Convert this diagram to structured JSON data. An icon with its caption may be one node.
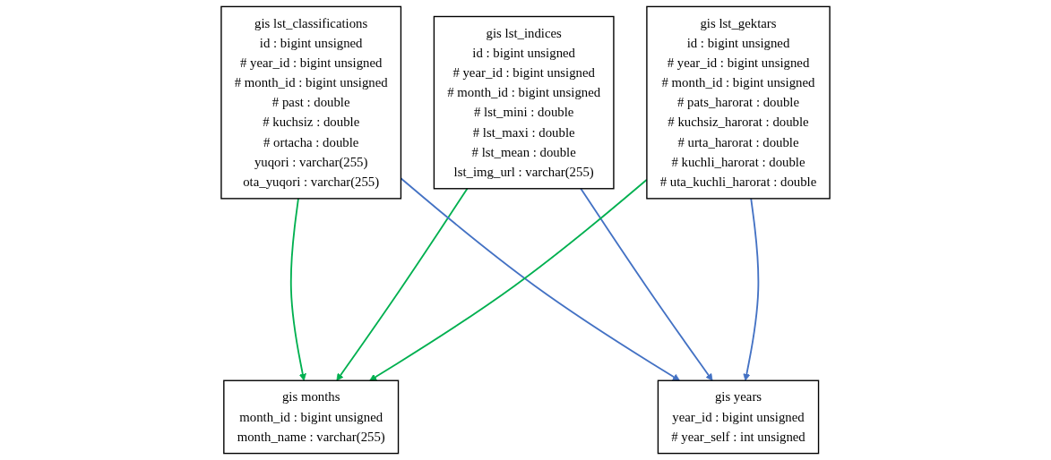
{
  "diagram": {
    "nodes": [
      {
        "text": [
          "gis lst_classifications",
          "id : bigint unsigned",
          "# year_id : bigint unsigned",
          "# month_id : bigint unsigned",
          "# past : double",
          "# kuchsiz : double",
          "# ortacha : double",
          "yuqori : varchar(255)",
          "ota_yuqori : varchar(255)"
        ]
      },
      {
        "text": [
          "gis lst_indices",
          "id : bigint unsigned",
          "# year_id : bigint unsigned",
          "# month_id : bigint unsigned",
          "# lst_mini : double",
          "# lst_maxi : double",
          "# lst_mean : double",
          "lst_img_url : varchar(255)"
        ]
      },
      {
        "text": [
          "gis months",
          "month_id : bigint unsigned",
          "month_name : varchar(255)"
        ]
      },
      {
        "text": [
          "gis years",
          "year_id : bigint unsigned",
          "# year_self : int unsigned"
        ]
      },
      {
        "text": [
          "gis lst_gektars",
          "id : bigint unsigned",
          "# year_id : bigint unsigned",
          "# month_id : bigint unsigned",
          "# pats_harorat : double",
          "# kuchsiz_harorat : double",
          "# urta_harorat : double",
          "# kuchli_harorat : double",
          "# uta_kuchli_harorat : double"
        ]
      }
    ],
    "edges": [
      {
        "from": 0,
        "to": 2,
        "arrow": "to",
        "color": "#00b050"
      },
      {
        "from": 1,
        "to": 2,
        "arrow": "to",
        "color": "#00b050"
      },
      {
        "from": 0,
        "to": 3,
        "arrow": "to",
        "color": "#4472c4"
      },
      {
        "from": 1,
        "to": 3,
        "arrow": "to",
        "color": "#4472c4"
      },
      {
        "from": 4,
        "to": 2,
        "arrow": "to",
        "color": "#00b050"
      },
      {
        "from": 4,
        "to": 3,
        "arrow": "to",
        "color": "#4472c4"
      }
    ]
  }
}
